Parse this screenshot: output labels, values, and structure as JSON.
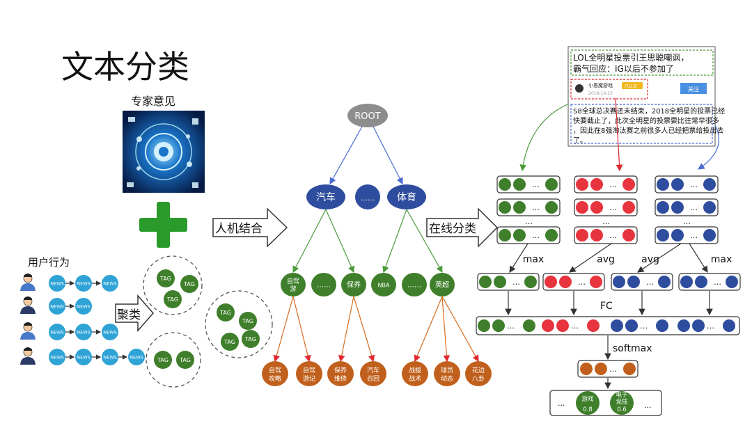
{
  "title": "文本分类",
  "expert_label": "专家意见",
  "user_behavior_label": "用户行为",
  "news_label": "NEWS",
  "tag_label": "TAG",
  "cluster_label": "聚类",
  "human_machine_label": "人机结合",
  "online_label": "在线分类",
  "tree": {
    "root": "ROOT",
    "level1": [
      "汽车",
      "……",
      "体育"
    ],
    "level2": [
      "自驾游",
      "……",
      "保养",
      "NBA",
      "……",
      "英超"
    ],
    "level3": [
      "自驾攻略",
      "自驾游记",
      "保养维修",
      "汽车召回",
      "战报战术",
      "球员动态",
      "花边八卦"
    ]
  },
  "article": {
    "headline": "LOL全明星投票引王思聪嘲讽，霸气回应：IG以后不参加了",
    "author": "小恩魔游戏",
    "author_badge": "已认证",
    "date": "2018-10-23",
    "follow": "关注",
    "body": "S8全球总决赛还未结束，2018全明星的投票已经快要截止了，此次全明星的投票要比往常早很多，因此在8强淘汰赛之前很多人已经把票给投出去了。"
  },
  "network": {
    "ellipsis": "…",
    "ops": [
      "max",
      "avg",
      "avg",
      "max"
    ],
    "fc": "FC",
    "softmax": "softmax",
    "outputs": [
      {
        "label": "游戏",
        "score": "0.8"
      },
      {
        "label": "电子竞技",
        "score": "0.6"
      }
    ],
    "output_dots": "..."
  },
  "colors": {
    "green": "#3f7f2b",
    "red": "#e8343e",
    "blue": "#2f4d9e",
    "orange": "#c0601c",
    "cross": "#2a9a2a",
    "root": "#8d8d8d"
  }
}
